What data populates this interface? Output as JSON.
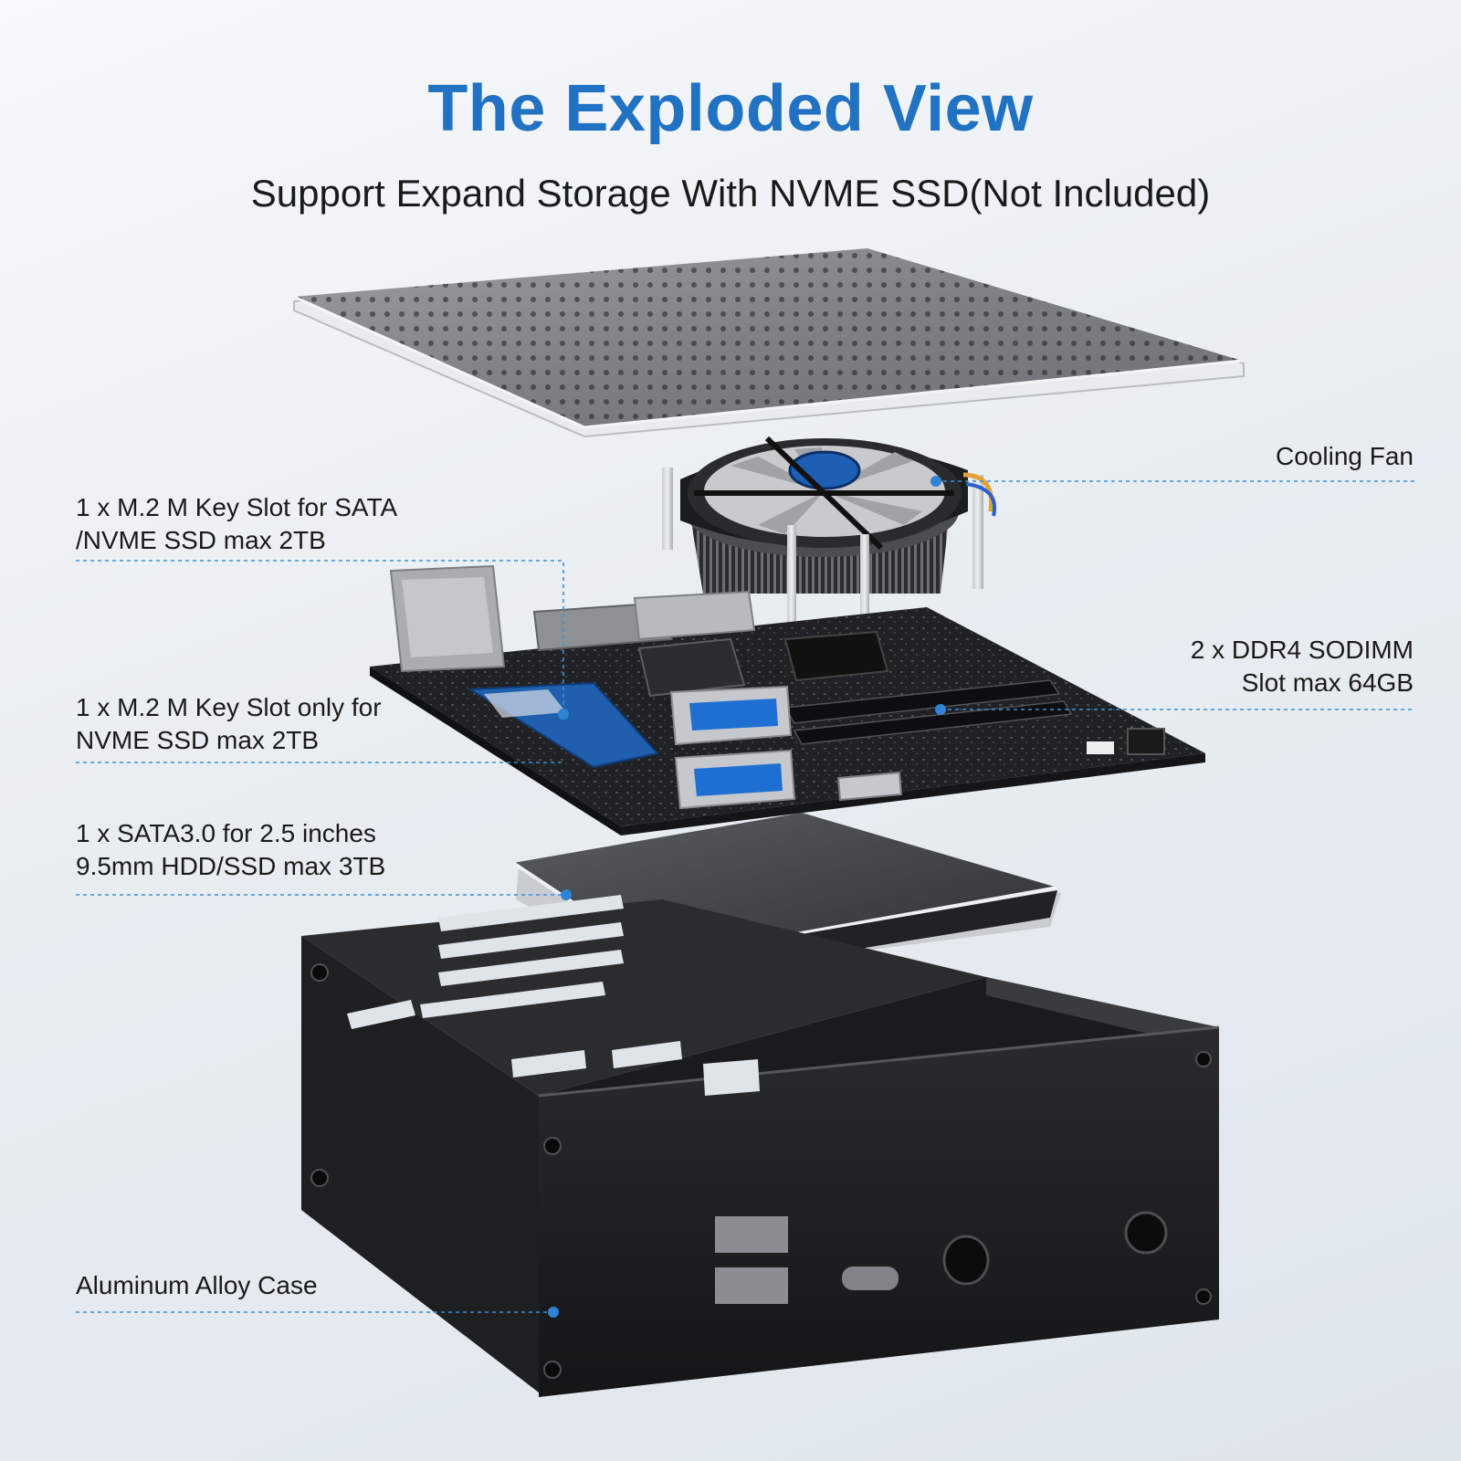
{
  "header": {
    "title": "The Exploded View",
    "subtitle": "Support Expand Storage With NVME SSD(Not Included)"
  },
  "callouts": {
    "cooling_fan": "Cooling Fan",
    "m2_sata_nvme": [
      "1 x M.2 M Key Slot for SATA",
      "/NVME SSD max 2TB"
    ],
    "ddr4": [
      "2 x DDR4 SODIMM",
      "Slot max 64GB"
    ],
    "m2_nvme": [
      "1 x M.2 M Key Slot only for",
      "NVME SSD max 2TB"
    ],
    "sata": [
      "1 x SATA3.0 for 2.5 inches",
      "9.5mm HDD/SSD max 3TB"
    ],
    "case": "Aluminum Alloy Case"
  },
  "colors": {
    "title": "#2272c3",
    "leader_line": "#3d8fd6"
  }
}
